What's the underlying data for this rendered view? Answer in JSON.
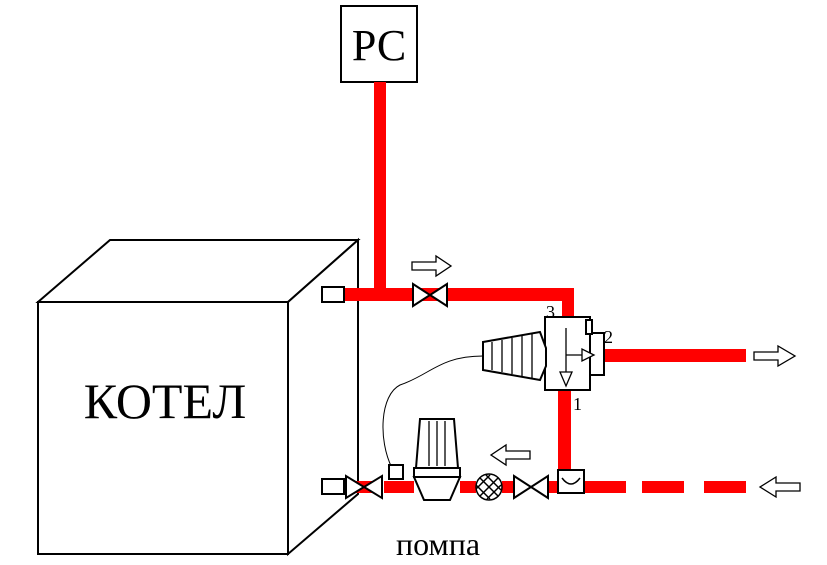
{
  "labels": {
    "boiler": "КОТЕЛ",
    "controller": "РС",
    "pump": "помпа",
    "port_1": "1",
    "port_2": "2",
    "port_3": "3"
  },
  "colors": {
    "pipe": "#ff0000",
    "line": "#000000",
    "background": "#ffffff"
  },
  "icons": [
    "flow-arrow-right-icon",
    "flow-arrow-left-icon",
    "gate-valve-icon",
    "three-way-valve-icon",
    "thermostatic-head-icon",
    "filter-icon",
    "pressure-regulator-icon",
    "pump-symbol-icon"
  ]
}
